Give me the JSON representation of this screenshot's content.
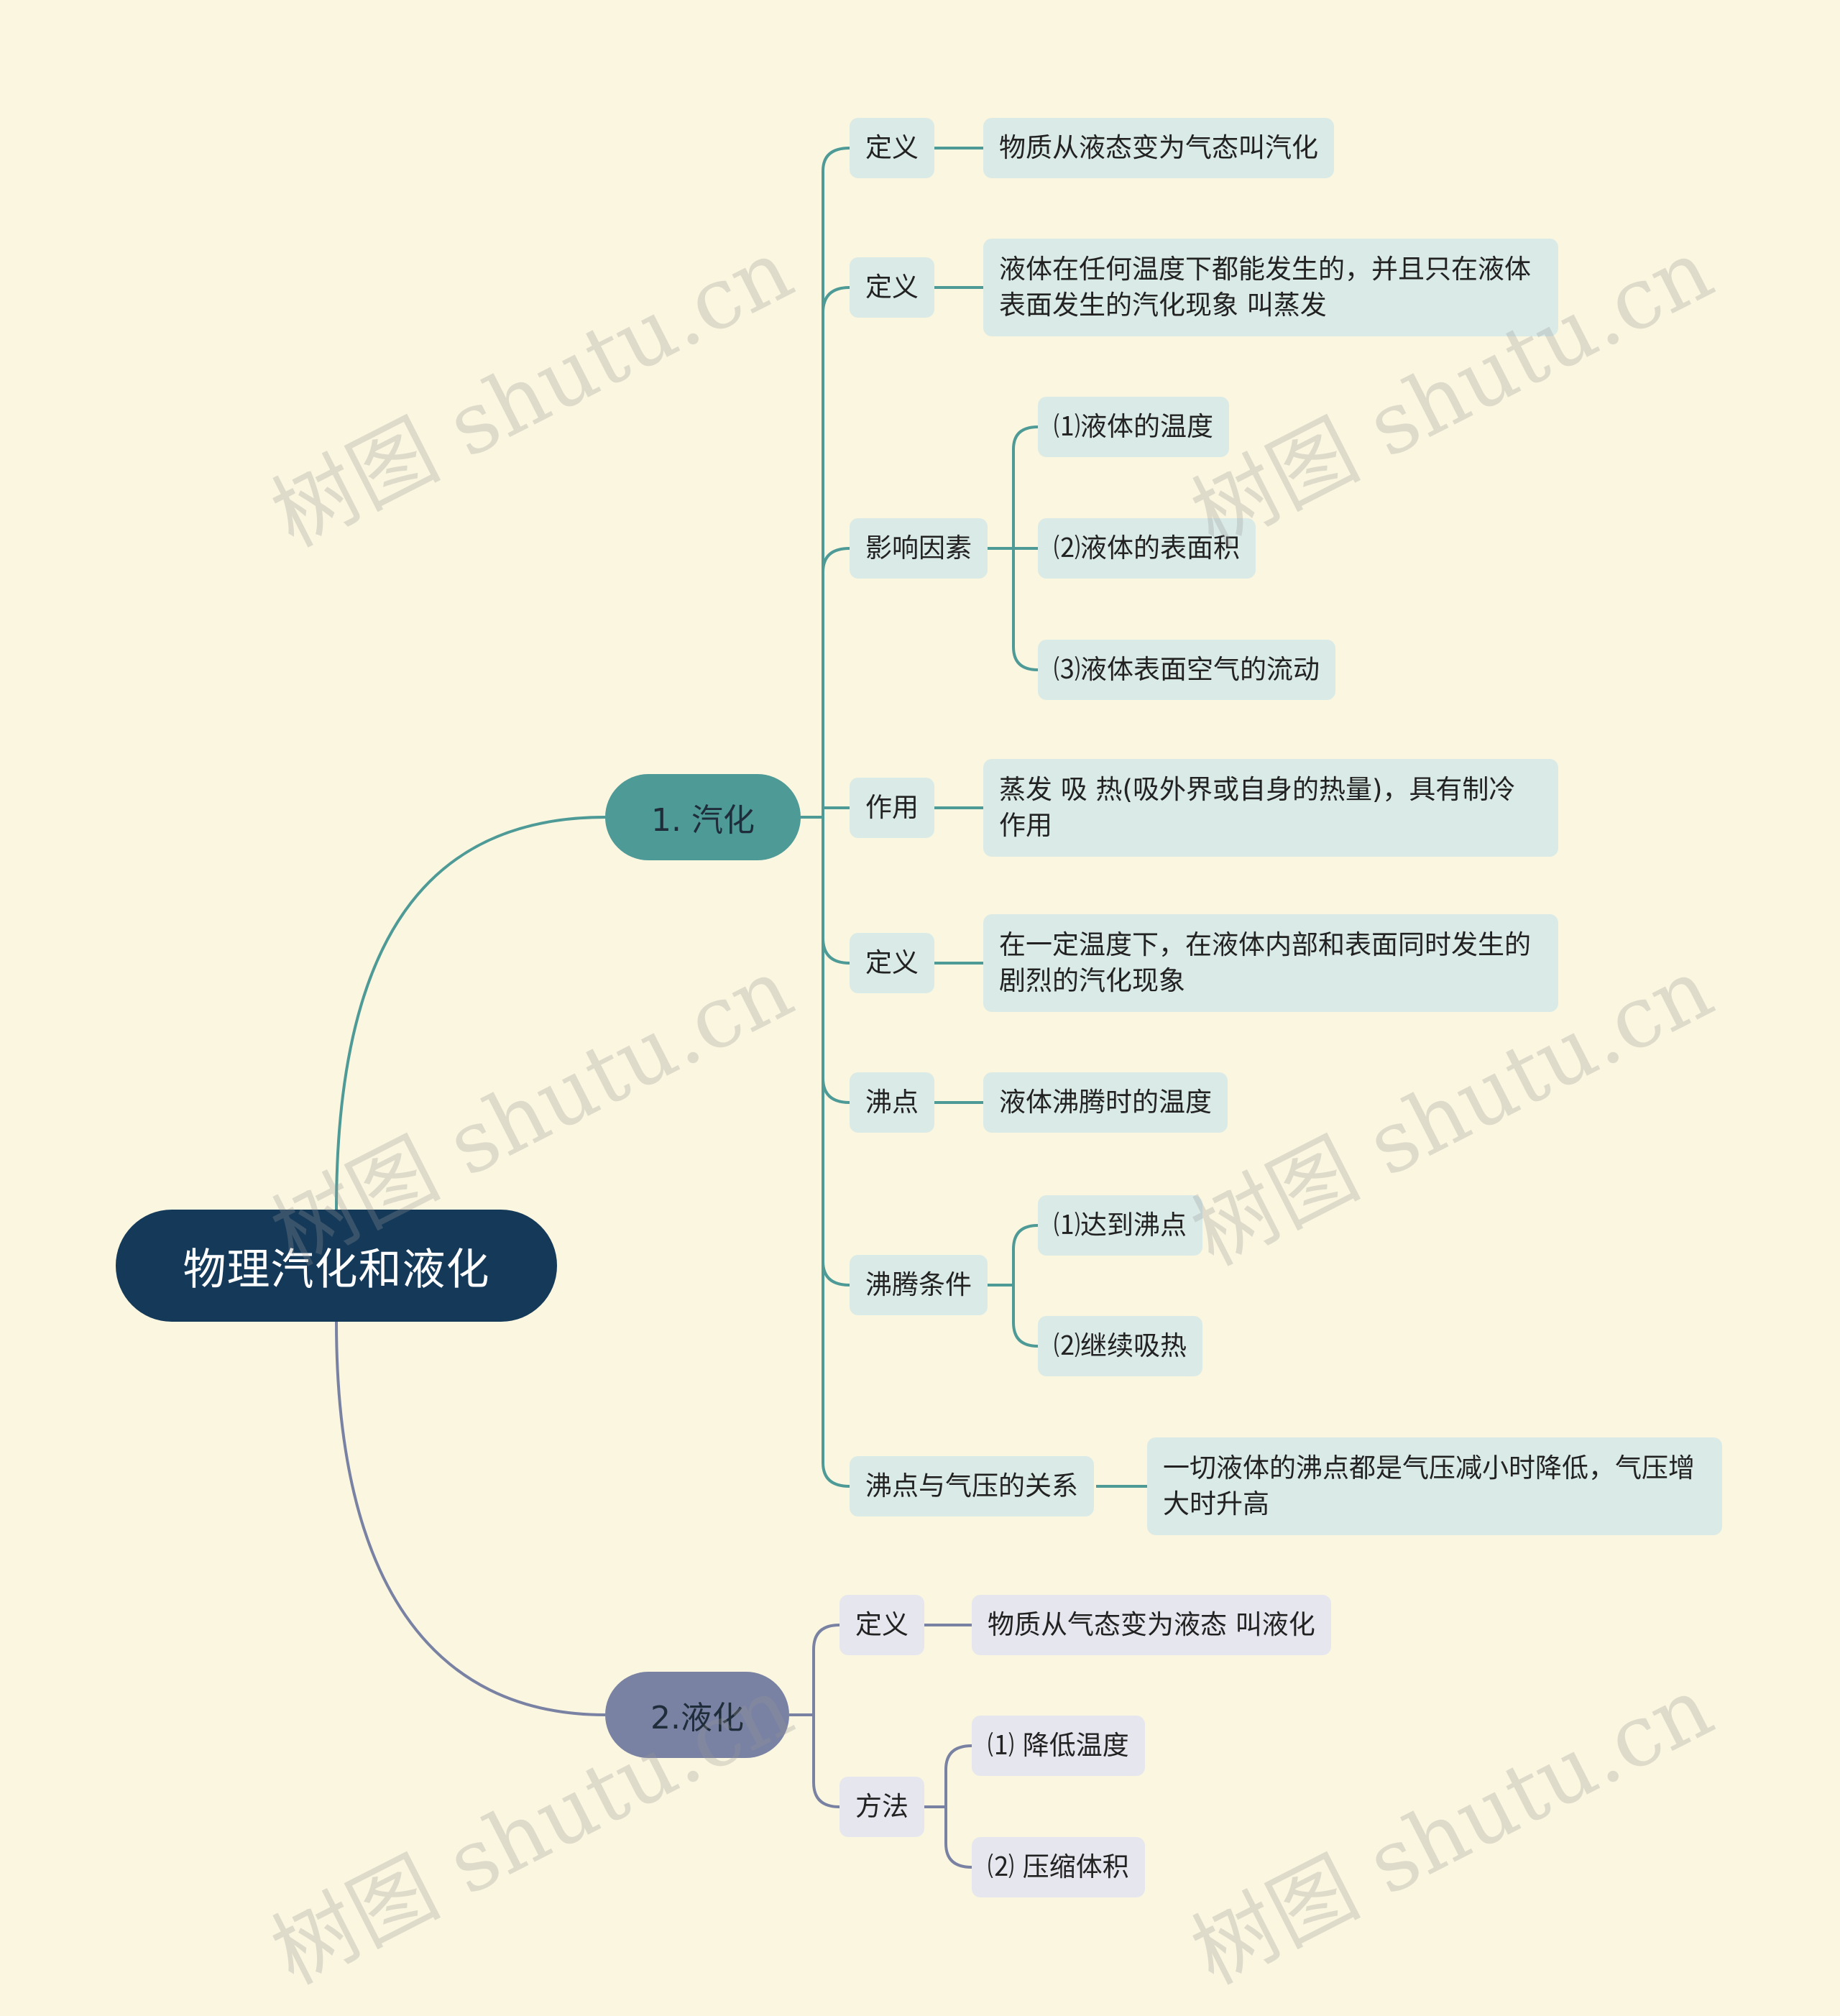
{
  "root": {
    "label": "物理汽化和液化"
  },
  "branch_vaporization": {
    "label": "1. 汽化",
    "items": [
      {
        "label": "定义",
        "detail": "物质从液态变为气态叫汽化"
      },
      {
        "label": "定义",
        "detail": [
          "液体在任何温度下都能发生的，并且只在液体",
          "表面发生的汽化现象 叫蒸发"
        ]
      },
      {
        "label": "影响因素",
        "children": [
          "⑴液体的温度",
          "⑵液体的表面积",
          "⑶液体表面空气的流动"
        ]
      },
      {
        "label": "作用",
        "detail": [
          "蒸发 吸 热(吸外界或自身的热量)，具有制冷",
          "作用"
        ]
      },
      {
        "label": "定义",
        "detail": [
          "在一定温度下，在液体内部和表面同时发生的",
          "剧烈的汽化现象"
        ]
      },
      {
        "label": "沸点",
        "detail": "液体沸腾时的温度"
      },
      {
        "label": "沸腾条件",
        "children": [
          "⑴达到沸点",
          "⑵继续吸热"
        ]
      },
      {
        "label": "沸点与气压的关系",
        "detail": [
          "一切液体的沸点都是气压减小时降低，气压增",
          "大时升高"
        ]
      }
    ]
  },
  "branch_liquefaction": {
    "label": "2.液化",
    "items": [
      {
        "label": "定义",
        "detail": "物质从气态变为液态 叫液化"
      },
      {
        "label": "方法",
        "children": [
          "⑴ 降低温度",
          "⑵ 压缩体积"
        ]
      }
    ]
  },
  "watermark": "树图 shutu.cn",
  "colors": {
    "background": "#faf6e0",
    "root": "#153a59",
    "branch1": "#4e9a97",
    "branch2": "#7982a3",
    "leaf1": "#daeae6",
    "leaf2": "#e6e6ee"
  }
}
